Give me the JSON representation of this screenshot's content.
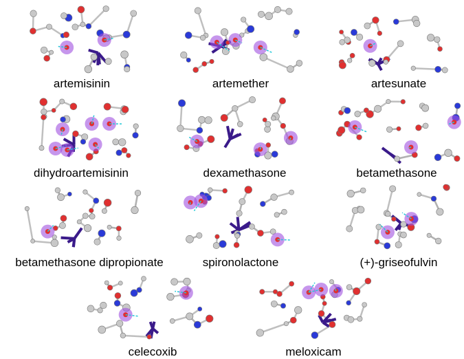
{
  "figure": {
    "panels": [
      {
        "id": "artemisinin",
        "caption": "artemisinin"
      },
      {
        "id": "artemether",
        "caption": "artemether"
      },
      {
        "id": "artesunate",
        "caption": "artesunate"
      },
      {
        "id": "dihydroartemisinin",
        "caption": "dihydroartemisinin"
      },
      {
        "id": "dexamethasone",
        "caption": "dexamethasone"
      },
      {
        "id": "betamethasone",
        "caption": "betamethasone"
      },
      {
        "id": "betamethasone-dipropionate",
        "caption": "betamethasone dipropionate"
      },
      {
        "id": "spironolactone",
        "caption": "spironolactone"
      },
      {
        "id": "griseofulvin",
        "caption": "(+)-griseofulvin"
      },
      {
        "id": "celecoxib",
        "caption": "celecoxib"
      },
      {
        "id": "meloxicam",
        "caption": "meloxicam"
      }
    ],
    "colors": {
      "carbon": "#c8c8c8",
      "oxygen": "#e03030",
      "nitrogen": "#2a3ad8",
      "metal": "#3a1a8a",
      "chlorine": "#2ecc2e",
      "sulfur": "#d4b020",
      "highlight": "#a050e0",
      "hbond": "#22c8d8"
    }
  }
}
